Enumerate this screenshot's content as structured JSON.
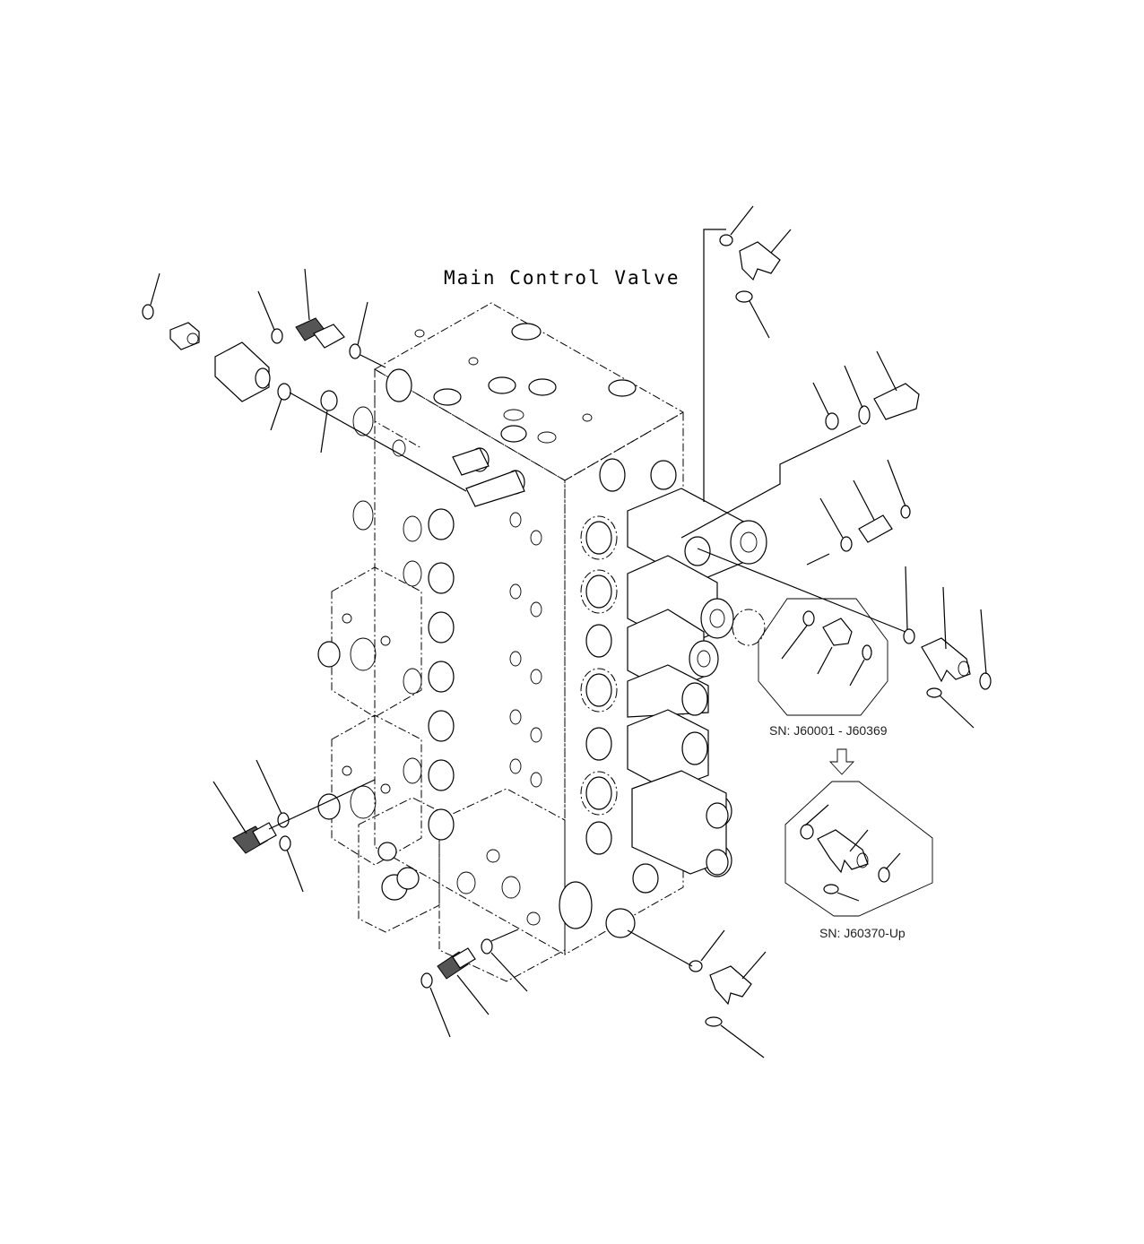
{
  "diagram": {
    "title": "Main Control Valve",
    "inset_early": {
      "label": "SN: J60001 - J60369"
    },
    "inset_late": {
      "label": "SN: J60370-Up"
    },
    "arrow_icon": "down-arrow-icon"
  }
}
